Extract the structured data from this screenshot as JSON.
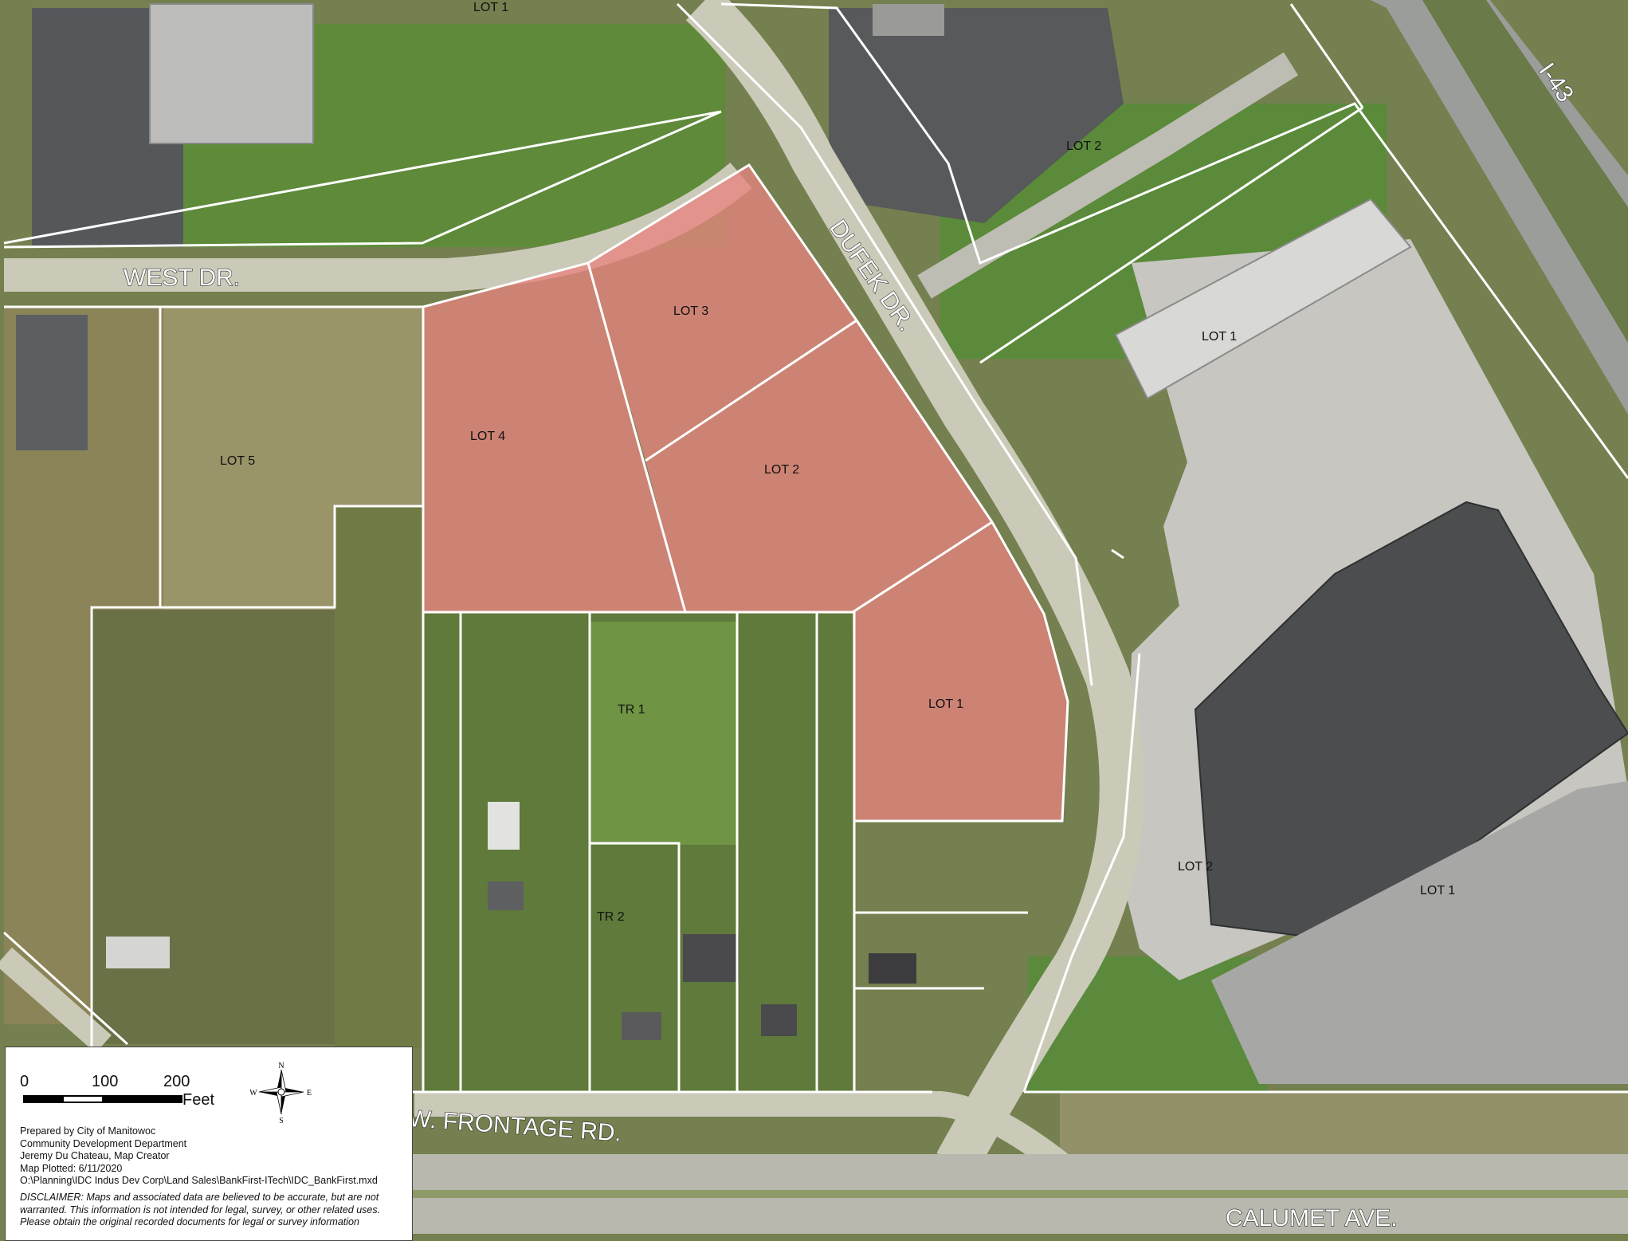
{
  "map": {
    "roads": {
      "west_dr": "WEST DR.",
      "dufek_dr": "DUFEK DR.",
      "i43": "I-43",
      "w_frontage_rd": "W. FRONTAGE RD.",
      "calumet_ave": "CALUMET AVE."
    },
    "lots": {
      "lot1_top": "LOT 1",
      "lot2_ne": "LOT 2",
      "lot1_warehouse": "LOT 1",
      "lot3": "LOT 3",
      "lot4": "LOT 4",
      "lot2_red": "LOT 2",
      "lot1_red": "LOT 1",
      "lot5": "LOT 5",
      "tr1": "TR 1",
      "tr2": "TR 2",
      "lot2_se": "LOT 2",
      "lot1_se": "LOT 1"
    },
    "highlight_color": "#e7847f",
    "parcel_line_color": "#ffffff"
  },
  "legend": {
    "scale": {
      "ticks": [
        "0",
        "100",
        "200"
      ],
      "unit": "Feet"
    },
    "compass": {
      "n": "N",
      "s": "S",
      "e": "E",
      "w": "W"
    },
    "info_lines": [
      "Prepared by City of Manitowoc",
      "Community Development Department",
      "Jeremy Du Chateau, Map Creator",
      "Map Plotted:  6/11/2020",
      "O:\\Planning\\IDC Indus Dev Corp\\Land Sales\\BankFirst-ITech\\IDC_BankFirst.mxd"
    ],
    "disclaimer_lines": [
      "DISCLAIMER: Maps and associated data are believed to be accurate, but are not",
      "warranted.  This information is not intended for legal, survey, or other related uses.",
      "Please obtain the original recorded documents for legal or survey information"
    ]
  }
}
